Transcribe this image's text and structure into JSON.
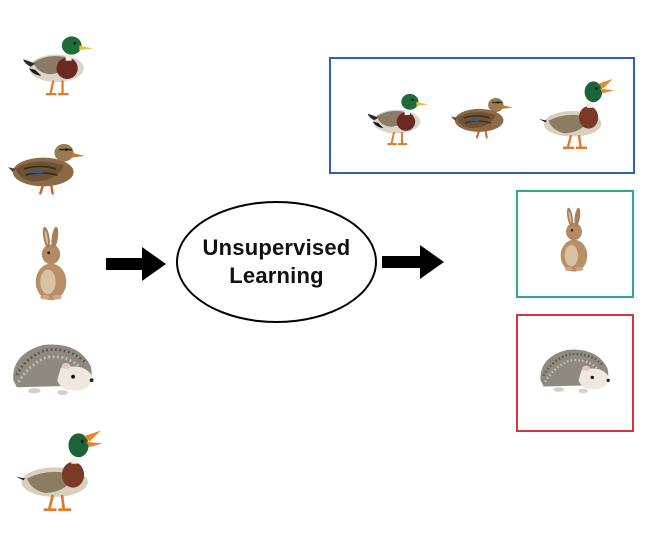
{
  "diagram": {
    "process_label_line1": "Unsupervised",
    "process_label_line2": "Learning"
  },
  "input_items": [
    {
      "icon": "mallard-drake-icon"
    },
    {
      "icon": "mallard-hen-icon"
    },
    {
      "icon": "rabbit-icon"
    },
    {
      "icon": "hedgehog-icon"
    },
    {
      "icon": "mallard-drake-quacking-icon"
    }
  ],
  "clusters": [
    {
      "name": "duck-cluster",
      "color": "#2f5fb3",
      "items": [
        "mallard-drake-icon",
        "mallard-hen-icon",
        "mallard-drake-quacking-icon"
      ]
    },
    {
      "name": "rabbit-cluster",
      "color": "#2fa98b",
      "items": [
        "rabbit-icon"
      ]
    },
    {
      "name": "hedgehog-cluster",
      "color": "#d8333d",
      "items": [
        "hedgehog-icon"
      ]
    }
  ],
  "colors": {
    "arrow": "#000000",
    "duck_box": "#2f5fb3",
    "rabbit_box": "#2fa98b",
    "hedgehog_box": "#d8333d"
  }
}
